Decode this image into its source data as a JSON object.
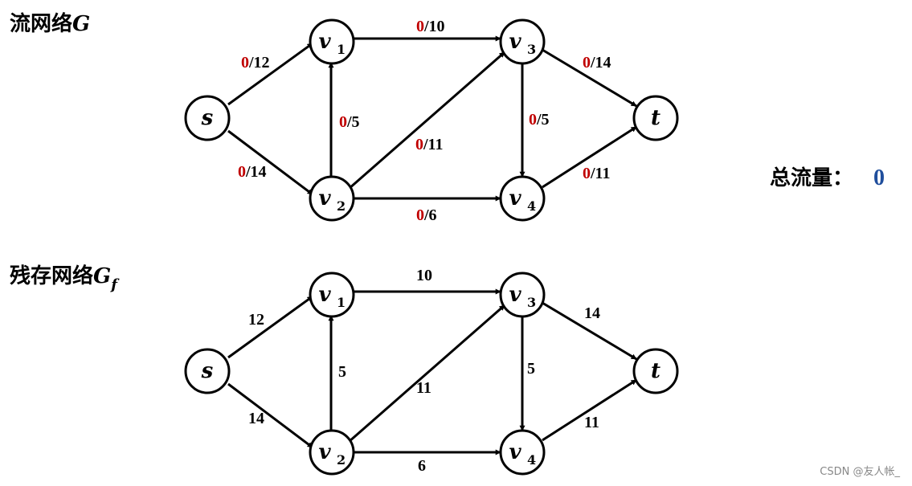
{
  "titles": {
    "top_main": "流网络",
    "top_var": "G",
    "bottom_main": "残存网络",
    "bottom_var": "G",
    "bottom_sub": "f"
  },
  "nodes": {
    "s": {
      "label": "s",
      "sub": ""
    },
    "v1": {
      "label": "v",
      "sub": "1"
    },
    "v2": {
      "label": "v",
      "sub": "2"
    },
    "v3": {
      "label": "v",
      "sub": "3"
    },
    "v4": {
      "label": "v",
      "sub": "4"
    },
    "t": {
      "label": "t",
      "sub": ""
    }
  },
  "flow_edges": {
    "s_v1": {
      "flow": "0",
      "cap": "/12"
    },
    "s_v2": {
      "flow": "0",
      "cap": "/14"
    },
    "v1_v3": {
      "flow": "0",
      "cap": "/10"
    },
    "v2_v1": {
      "flow": "0",
      "cap": "/5"
    },
    "v2_v3": {
      "flow": "0",
      "cap": "/11"
    },
    "v2_v4": {
      "flow": "0",
      "cap": "/6"
    },
    "v3_v4": {
      "flow": "0",
      "cap": "/5"
    },
    "v3_t": {
      "flow": "0",
      "cap": "/14"
    },
    "v4_t": {
      "flow": "0",
      "cap": "/11"
    }
  },
  "residual_edges": {
    "s_v1": "12",
    "s_v2": "14",
    "v1_v3": "10",
    "v2_v1": "5",
    "v2_v3": "11",
    "v2_v4": "6",
    "v3_v4": "5",
    "v3_t": "14",
    "v4_t": "11"
  },
  "total_flow": {
    "label": "总流量：",
    "value": "0"
  },
  "watermark": "CSDN @友人帐_",
  "colors": {
    "flow": "#c00000",
    "total_value": "#1f4e9c"
  }
}
